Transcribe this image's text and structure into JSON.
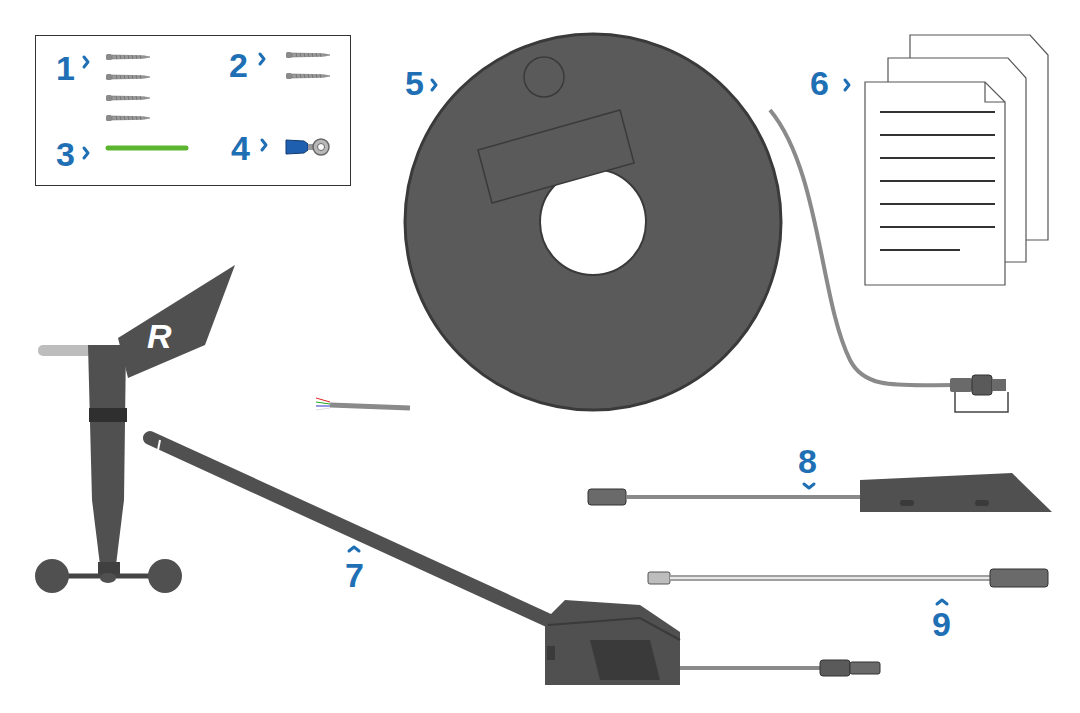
{
  "diagram": {
    "nodes": [
      {
        "text": [
          "1",
          "2",
          "3",
          "4"
        ]
      }
    ],
    "labels": [
      "5",
      "6",
      "7",
      "8",
      "9",
      "R"
    ]
  }
}
